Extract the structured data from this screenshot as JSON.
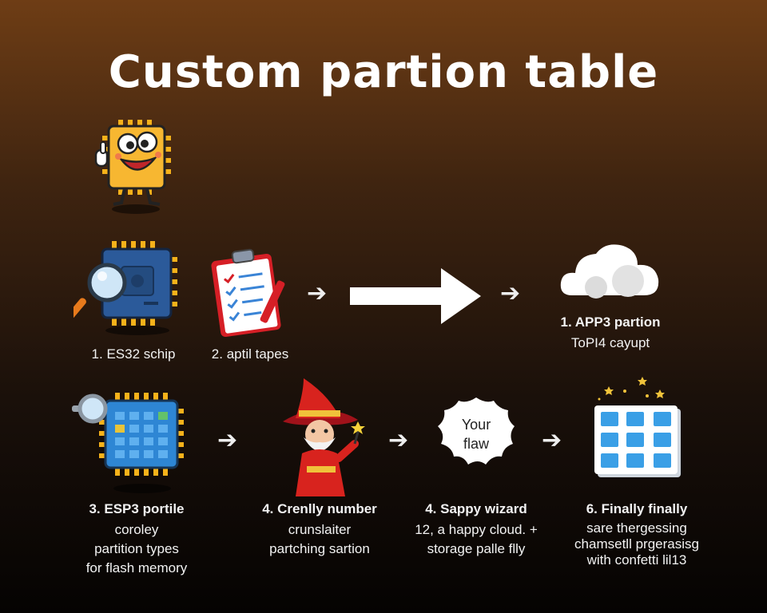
{
  "title": "Custom partion table",
  "row1": {
    "step1": {
      "label": "1. ES32 schip"
    },
    "step2": {
      "label": "2. aptil tapes"
    },
    "step3": {
      "title": "1. APP3 partion",
      "subtitle": "ToPI4 cayupt"
    }
  },
  "row2": {
    "step3": {
      "title": "3. ESP3 portile",
      "lines": [
        "coroley",
        "partition types",
        "for flash memory"
      ]
    },
    "step4": {
      "title": "4. Crenlly number",
      "lines": [
        "crunslaiter",
        "partching sartion"
      ]
    },
    "step5": {
      "title": "4. Sappy wizard",
      "lines": [
        "12, a happy cloud. +",
        "storage palle flly"
      ]
    },
    "step6": {
      "title": "6. Finally finally",
      "lines": [
        "sare thergessing",
        "chamsetll prgerasisg",
        "with confetti lil13"
      ]
    },
    "bubble": {
      "text_line1": "Your",
      "text_line2": "flaw"
    }
  },
  "colors": {
    "chip_yellow": "#f6b21a",
    "chip_blue": "#2b5a9a",
    "cell_blue": "#3a9fe6",
    "wizard_red": "#d8231e"
  }
}
